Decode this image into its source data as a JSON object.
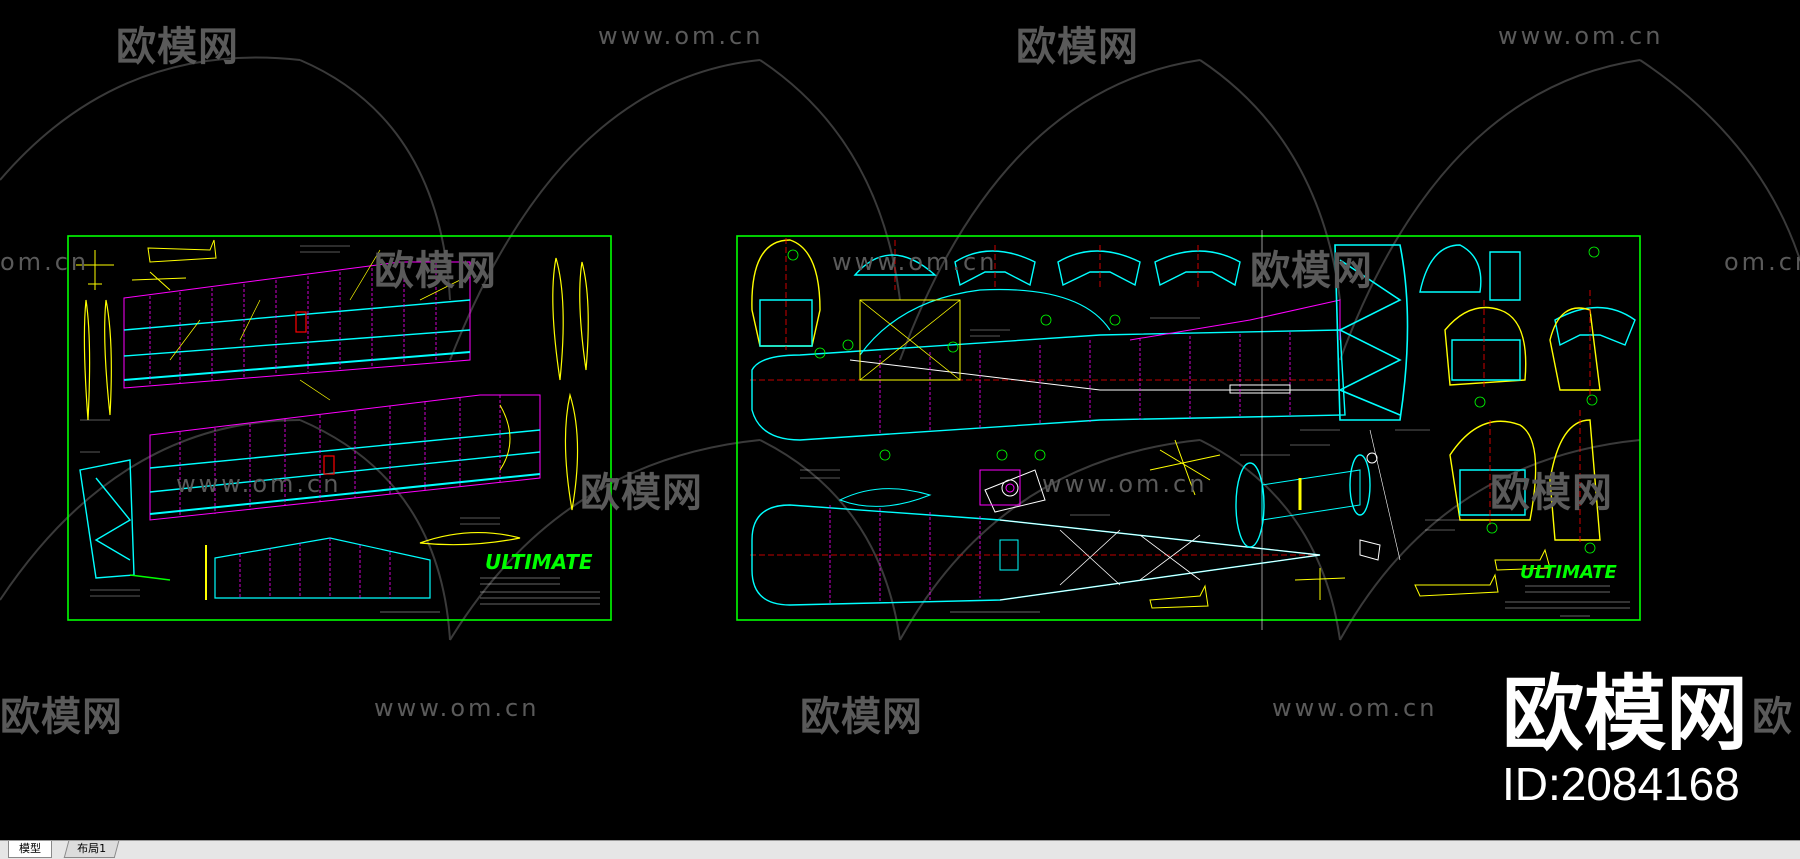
{
  "watermark": {
    "brand_cn": "欧模网",
    "url": "www.om.cn",
    "url_partial": "om.cn",
    "brand_partial_left": "欧模网",
    "brand_partial_right": "欧"
  },
  "logo": {
    "brand": "欧模网",
    "id_text": "ID:2084168"
  },
  "drawings": {
    "left_sheet_title": "ULTIMATE",
    "right_sheet_title": "ULTIMATE"
  },
  "tabs": {
    "model": "模型",
    "layout1": "布局1"
  },
  "colors": {
    "background": "#000000",
    "frame": "#00ff00",
    "magenta": "#ff00ff",
    "cyan": "#00ffff",
    "yellow": "#ffff00",
    "red": "#ff0000",
    "watermark": "#5a5a5a"
  }
}
